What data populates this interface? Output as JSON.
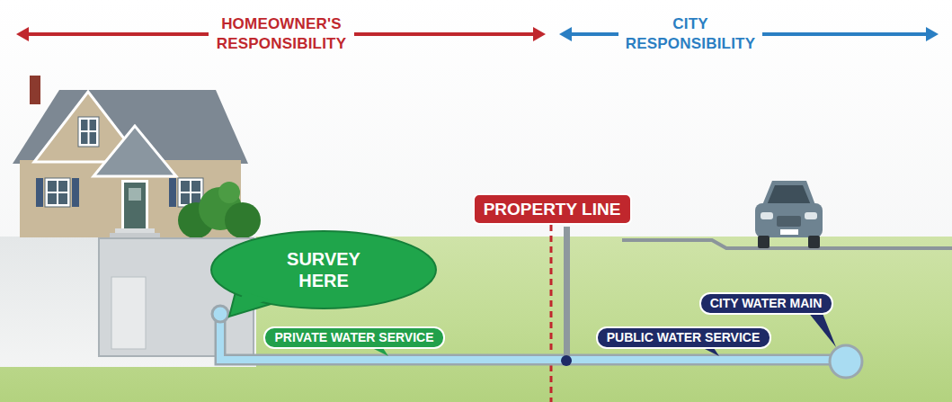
{
  "diagram": {
    "nodes": [
      {
        "text": [
          "PROPERTY LINE"
        ]
      },
      {
        "text": [
          "SURVEY HERE"
        ]
      },
      {
        "text": [
          "CITY WATER MAIN"
        ]
      },
      {
        "text": [
          "PRIVATE WATER SERVICE"
        ]
      },
      {
        "text": [
          "PUBLIC WATER SERVICE"
        ]
      }
    ],
    "labels": [
      "HOMEOWNER'S RESPONSIBILITY",
      "CITY RESPONSIBILITY"
    ]
  }
}
